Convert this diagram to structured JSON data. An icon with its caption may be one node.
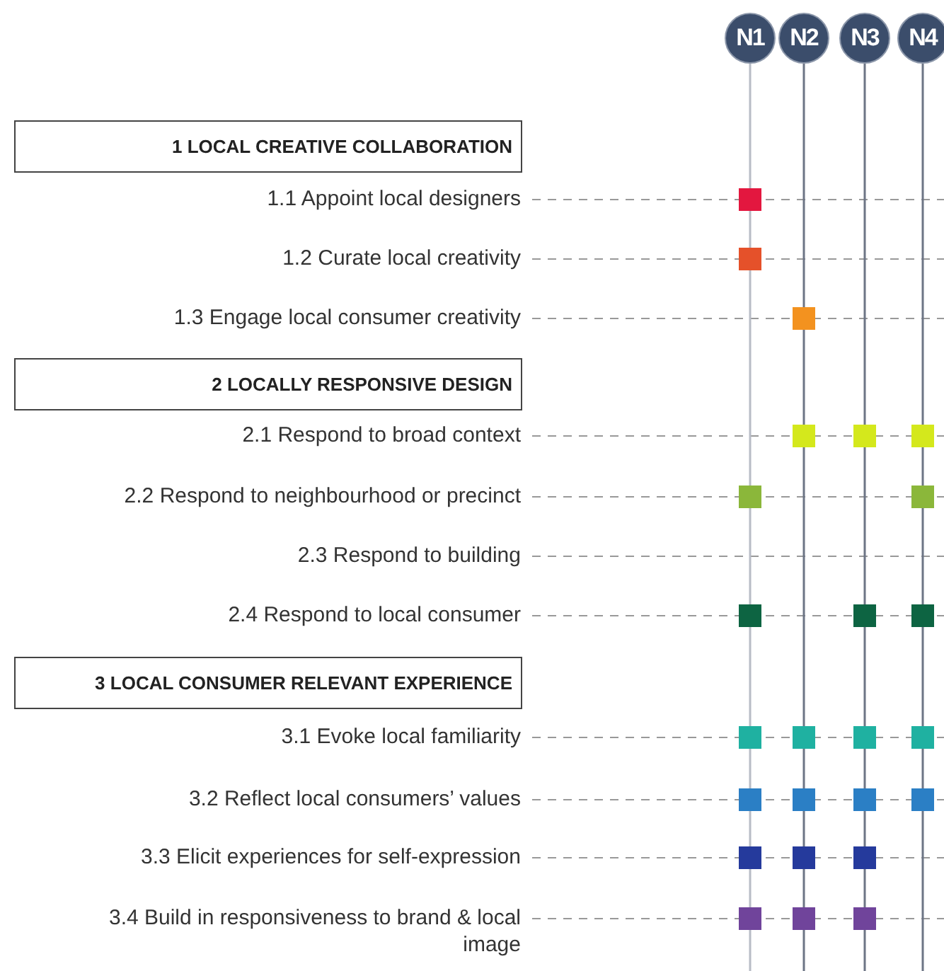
{
  "diagram": {
    "nodes": [
      {
        "text": [
          "N1"
        ]
      },
      {
        "text": [
          "N2"
        ]
      },
      {
        "text": [
          "N3"
        ]
      },
      {
        "text": [
          "N4"
        ]
      },
      {
        "text": [
          "1 LOCAL CREATIVE COLLABORATION"
        ]
      },
      {
        "text": [],
        "shape": "box"
      },
      {
        "text": [],
        "shape": "box"
      },
      {
        "text": [],
        "shape": "box"
      },
      {
        "text": [
          "2 LOCALLY RESPONSIVE DESIGN"
        ]
      },
      {
        "text": [],
        "shape": "box"
      },
      {
        "text": [],
        "shape": "box"
      },
      {
        "text": [],
        "shape": "box"
      },
      {
        "text": [],
        "shape": "box"
      },
      {
        "text": [],
        "shape": "box"
      },
      {
        "text": [],
        "shape": "box"
      },
      {
        "text": [],
        "shape": "box"
      },
      {
        "text": [],
        "shape": "box"
      },
      {
        "text": [
          "3 LOCAL CONSUMER RELEVANT EXPERIENCE"
        ]
      },
      {
        "text": [],
        "shape": "box"
      },
      {
        "text": [],
        "shape": "box"
      },
      {
        "text": [],
        "shape": "box"
      },
      {
        "text": [],
        "shape": "box"
      },
      {
        "text": [],
        "shape": "box"
      },
      {
        "text": [],
        "shape": "box"
      },
      {
        "text": [],
        "shape": "box"
      },
      {
        "text": [],
        "shape": "box"
      },
      {
        "text": [],
        "shape": "box"
      },
      {
        "text": [],
        "shape": "box"
      },
      {
        "text": [],
        "shape": "box"
      },
      {
        "text": [],
        "shape": "box"
      },
      {
        "text": [],
        "shape": "box"
      },
      {
        "text": [],
        "shape": "box"
      }
    ],
    "labels": [
      "1.1 Appoint local designers",
      "1.2 Curate local creativity",
      "1.3 Engage local consumer creativity",
      "2.1 Respond to broad context",
      "2.2 Respond to neighbourhood or precinct",
      "2.3 Respond to building",
      "2.4 Respond to local consumer",
      "3.1 Evoke local familiarity",
      "3.2 Reflect local consumers’ values",
      "3.3 Elicit experiences for self-expression",
      "3.4 Build in responsiveness to brand & local image"
    ]
  }
}
